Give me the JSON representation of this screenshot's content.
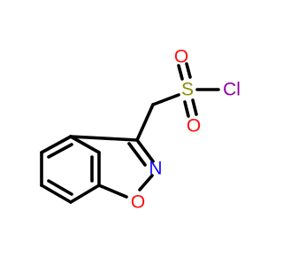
{
  "molecule": {
    "atoms": {
      "oxygen_sulfonyl_top": {
        "symbol": "O",
        "color": "#ff0d0d"
      },
      "oxygen_sulfonyl_bottom": {
        "symbol": "O",
        "color": "#ff0d0d"
      },
      "sulfur": {
        "symbol": "S",
        "color": "#8c8c00"
      },
      "chlorine": {
        "symbol": "Cl",
        "color": "#8c00a0"
      },
      "nitrogen": {
        "symbol": "N",
        "color": "#0d0dff"
      },
      "oxygen_ring": {
        "symbol": "O",
        "color": "#ff0d0d"
      }
    },
    "bond_color": "#000000"
  }
}
